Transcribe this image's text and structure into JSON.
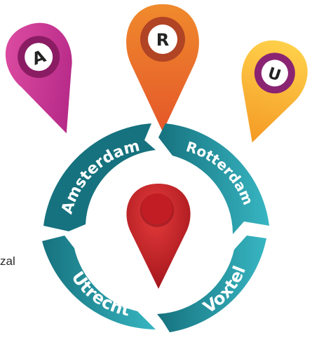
{
  "side_text": "zal",
  "pins": [
    {
      "letter": "A",
      "colors": [
        "#e04fa4",
        "#a81d7e"
      ],
      "ring": "#8a1c63"
    },
    {
      "letter": "R",
      "colors": [
        "#f08a2c",
        "#e4572a"
      ],
      "ring": "#b04424"
    },
    {
      "letter": "U",
      "colors": [
        "#ffd04a",
        "#f49a25"
      ],
      "ring": "#8a2472"
    }
  ],
  "ring_segments": [
    {
      "label": "Amsterdam"
    },
    {
      "label": "Rotterdam"
    },
    {
      "label": "Utrecht"
    },
    {
      "label": "Voxtel"
    }
  ],
  "colors": {
    "ring_light": "#37b6c2",
    "ring_dark": "#16727e",
    "ring_shadow": "#0e4f58",
    "center_pin_light": "#e53b3b",
    "center_pin_dark": "#9b1118",
    "text": "#ffffff"
  }
}
